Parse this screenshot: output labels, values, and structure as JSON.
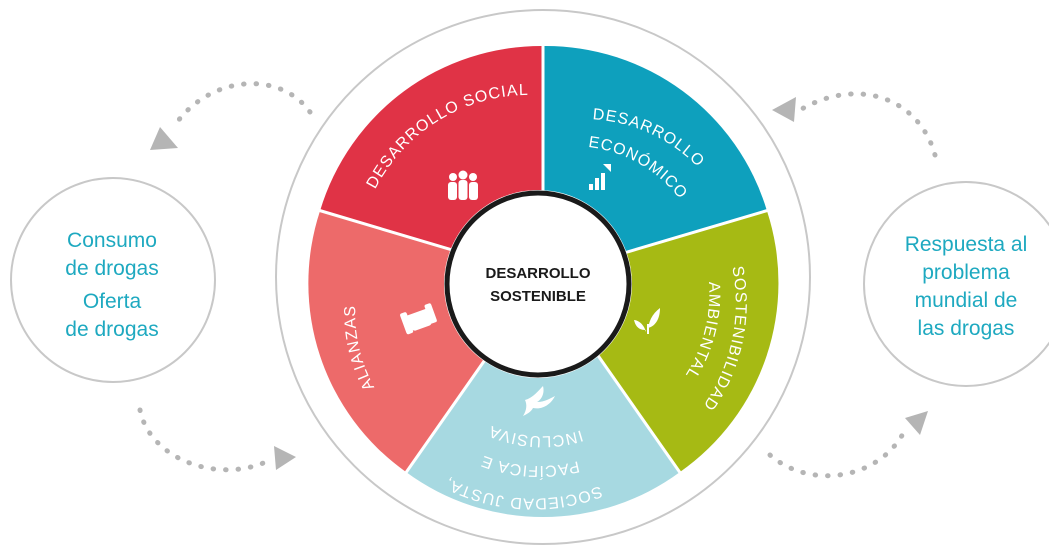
{
  "center": {
    "line1": "DESARROLLO",
    "line2": "SOSTENIBLE"
  },
  "segments": [
    {
      "id": "social",
      "lines": [
        "DESARROLLO SOCIAL"
      ],
      "icon": "people-icon",
      "color": "#e03346"
    },
    {
      "id": "economico",
      "lines": [
        "DESARROLLO",
        "ECONÓMICO"
      ],
      "icon": "bar-chart-icon",
      "color": "#0ea0bd"
    },
    {
      "id": "ambiental",
      "lines": [
        "SOSTENIBILIDAD",
        "AMBIENTAL"
      ],
      "icon": "leaves-icon",
      "color": "#a6ba14"
    },
    {
      "id": "sociedad",
      "lines": [
        "SOCIEDAD JUSTA,",
        "PACÍFICA E",
        "INCLUSIVA"
      ],
      "icon": "dove-icon",
      "color": "#a7d9e1"
    },
    {
      "id": "alianzas",
      "lines": [
        "ALIANZAS"
      ],
      "icon": "handshake-icon",
      "color": "#ed6a6a"
    }
  ],
  "left_circle": {
    "lines": [
      "Consumo",
      "de drogas",
      "Oferta",
      "de drogas"
    ]
  },
  "right_circle": {
    "lines": [
      "Respuesta al",
      "problema",
      "mundial de",
      "las drogas"
    ]
  },
  "colors": {
    "side_text": "#1ea9c0",
    "outline": "#c8c8c8",
    "dots": "#b5b5b5",
    "center_text": "#1a1a1a"
  }
}
